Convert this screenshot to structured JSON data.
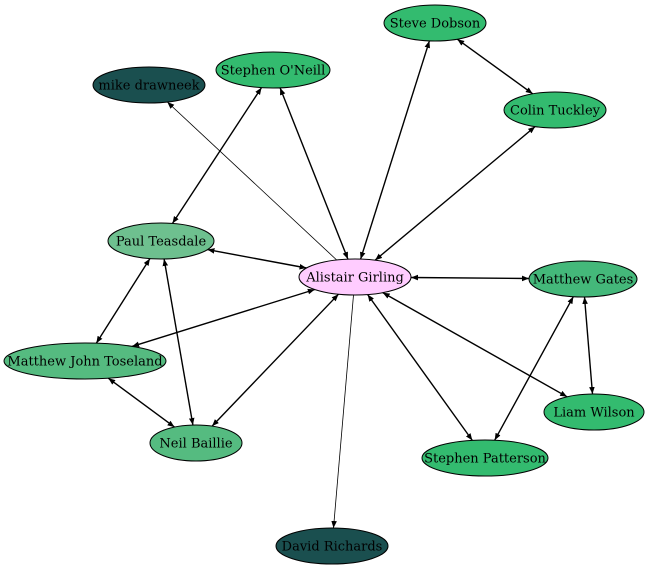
{
  "graph": {
    "nodes": [
      {
        "id": "alistair",
        "label": "Alistair Girling",
        "color": "#ffccff",
        "text_color": "#000000"
      },
      {
        "id": "steve",
        "label": "Steve Dobson",
        "color": "#33bb6f",
        "text_color": "#000000"
      },
      {
        "id": "stephen_o",
        "label": "Stephen O'Neill",
        "color": "#33bb6f",
        "text_color": "#000000"
      },
      {
        "id": "mike",
        "label": "mike drawneek",
        "color": "#1a4f4f",
        "text_color": "#000000"
      },
      {
        "id": "colin",
        "label": "Colin Tuckley",
        "color": "#33bb6f",
        "text_color": "#000000"
      },
      {
        "id": "paul",
        "label": "Paul Teasdale",
        "color": "#6ec08f",
        "text_color": "#000000"
      },
      {
        "id": "matthew_g",
        "label": "Matthew Gates",
        "color": "#44b87a",
        "text_color": "#000000"
      },
      {
        "id": "matthew_jt",
        "label": "Matthew John Toseland",
        "color": "#55bb80",
        "text_color": "#000000"
      },
      {
        "id": "liam",
        "label": "Liam Wilson",
        "color": "#33bb6f",
        "text_color": "#000000"
      },
      {
        "id": "neil",
        "label": "Neil Baillie",
        "color": "#55bb80",
        "text_color": "#000000"
      },
      {
        "id": "stephen_p",
        "label": "Stephen Patterson",
        "color": "#33bb6f",
        "text_color": "#000000"
      },
      {
        "id": "david",
        "label": "David Richards",
        "color": "#1a4f4f",
        "text_color": "#000000"
      }
    ],
    "edges": [
      {
        "from": "alistair",
        "to": "mike",
        "dir": "forward",
        "weight": "thin"
      },
      {
        "from": "alistair",
        "to": "david",
        "dir": "forward",
        "weight": "thin"
      },
      {
        "from": "alistair",
        "to": "stephen_o",
        "dir": "both",
        "weight": "normal"
      },
      {
        "from": "alistair",
        "to": "steve",
        "dir": "both",
        "weight": "normal"
      },
      {
        "from": "alistair",
        "to": "colin",
        "dir": "both",
        "weight": "normal"
      },
      {
        "from": "alistair",
        "to": "paul",
        "dir": "both",
        "weight": "normal"
      },
      {
        "from": "alistair",
        "to": "matthew_g",
        "dir": "both",
        "weight": "normal"
      },
      {
        "from": "alistair",
        "to": "matthew_jt",
        "dir": "both",
        "weight": "normal"
      },
      {
        "from": "alistair",
        "to": "neil",
        "dir": "both",
        "weight": "normal"
      },
      {
        "from": "alistair",
        "to": "stephen_p",
        "dir": "both",
        "weight": "normal"
      },
      {
        "from": "alistair",
        "to": "liam",
        "dir": "both",
        "weight": "normal"
      },
      {
        "from": "steve",
        "to": "colin",
        "dir": "both",
        "weight": "normal"
      },
      {
        "from": "stephen_o",
        "to": "paul",
        "dir": "both",
        "weight": "normal"
      },
      {
        "from": "paul",
        "to": "matthew_jt",
        "dir": "both",
        "weight": "normal"
      },
      {
        "from": "paul",
        "to": "neil",
        "dir": "both",
        "weight": "normal"
      },
      {
        "from": "matthew_jt",
        "to": "neil",
        "dir": "both",
        "weight": "normal"
      },
      {
        "from": "matthew_g",
        "to": "liam",
        "dir": "both",
        "weight": "normal"
      },
      {
        "from": "matthew_g",
        "to": "stephen_p",
        "dir": "both",
        "weight": "normal"
      }
    ]
  }
}
